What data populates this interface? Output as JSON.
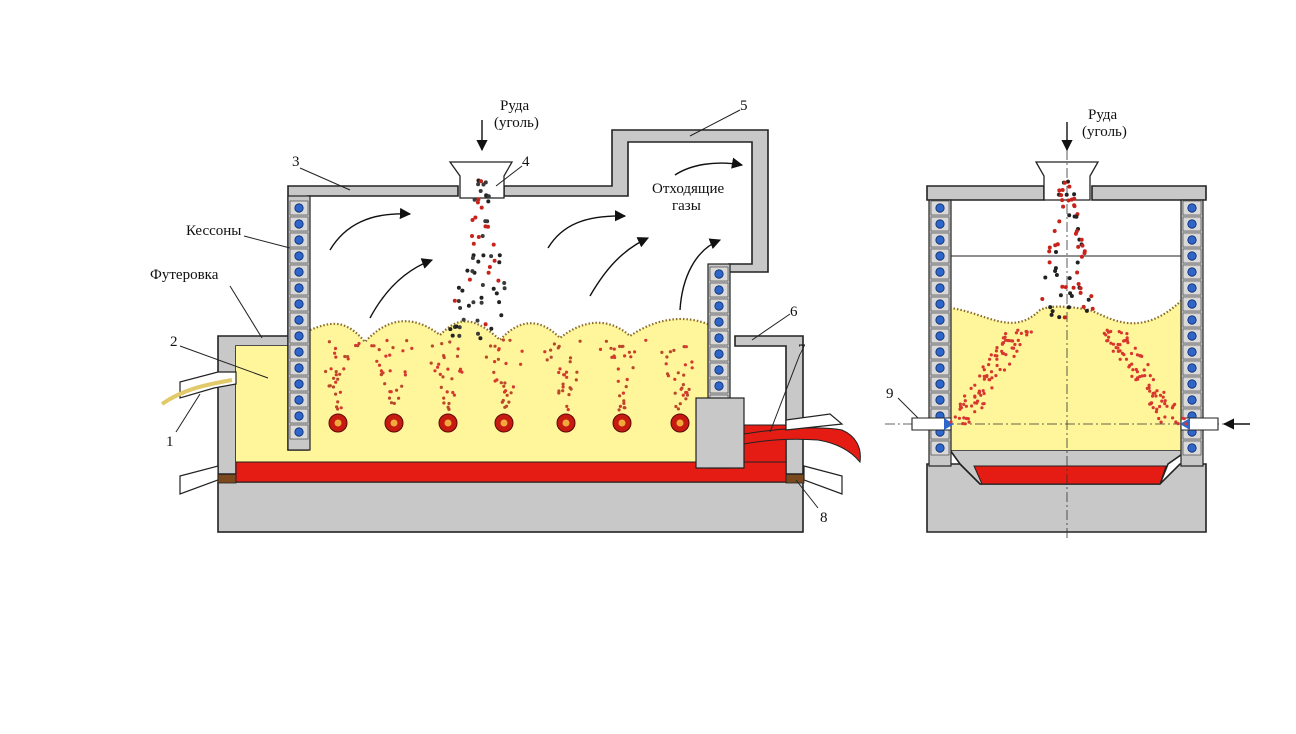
{
  "labels": {
    "ore_left": "Руда",
    "ore_left_sub": "(уголь)",
    "ore_right": "Руда",
    "ore_right_sub": "(уголь)",
    "waste_gases_1": "Отходящие",
    "waste_gases_2": "газы",
    "caissons": "Кессоны",
    "lining": "Футеровка"
  },
  "numbers": {
    "n1": "1",
    "n2": "2",
    "n3": "3",
    "n4": "4",
    "n5": "5",
    "n6": "6",
    "n7": "7",
    "n8": "8",
    "n9": "9"
  },
  "colors": {
    "slag": "#fff59a",
    "matte": "#e41c14",
    "wall": "#c8c8c8",
    "caisson_dot": "#2f66c9",
    "bottom_strip": "#7a4a1e"
  }
}
